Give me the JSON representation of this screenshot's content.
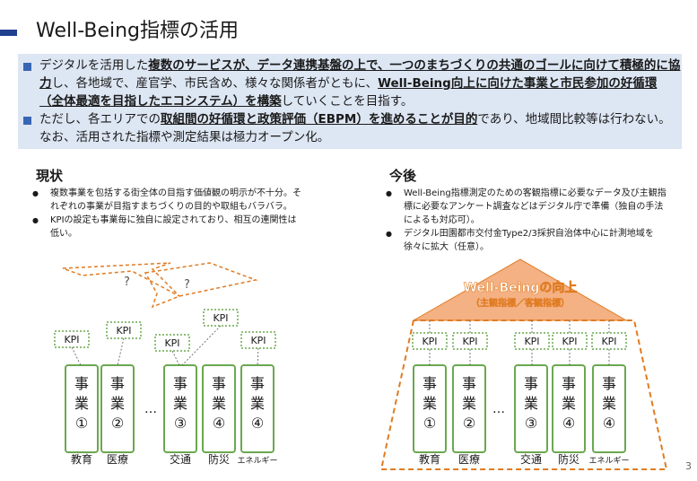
{
  "title": "Well-Being指標の活用",
  "summary": {
    "p1": {
      "a": "デジタルを活用した",
      "b": "複数のサービスが、データ連携基盤の上で、一つのまちづくりの共通のゴールに向けて積極的に協力",
      "c": "し、各地域で、産官学、市民含め、様々な関係者がともに、",
      "d": "Well-Being向上に向けた事業と市民参加の好循環（全体最適を目指したエコシステム）を構築",
      "e": "していくことを目指す。"
    },
    "p2": {
      "a": "ただし、各エリアでの",
      "b": "取組間の好循環と政策評価（EBPM）を進めることが目的",
      "c": "であり、地域間比較等は行わない。なお、活用された指標や測定結果は極力オープン化。"
    }
  },
  "left": {
    "heading": "現状",
    "bullets": [
      "複数事業を包括する街全体の目指す価値観の明示が不十分。それぞれの事業が目指すまちづくりの目的や取組もバラバラ。",
      "KPIの設定も事業毎に独自に設定されており、相互の連関性は低い。"
    ]
  },
  "right": {
    "heading": "今後",
    "bullets": [
      "Well-Being指標測定のための客観指標に必要なデータ及び主観指標に必要なアンケート調査などはデジタル庁で準備（独自の手法によるも対応可）。",
      "デジタル田園都市交付金Type2/3採択自治体中心に計測地域を徐々に拡大（任意）。"
    ],
    "roof_title": "Well-Beingの向上",
    "roof_sub": "（主観指標／客観指標）"
  },
  "diagram": {
    "kpi": "KPI",
    "question": "?",
    "ellipsis": "…",
    "pillars": [
      {
        "chars": [
          "事",
          "業"
        ],
        "num": "①",
        "label": "教育"
      },
      {
        "chars": [
          "事",
          "業"
        ],
        "num": "②",
        "label": "医療"
      },
      {
        "chars": [
          "事",
          "業"
        ],
        "num": "③",
        "label": "交通"
      },
      {
        "chars": [
          "事",
          "業"
        ],
        "num": "④",
        "label": "防災"
      },
      {
        "chars": [
          "事",
          "業"
        ],
        "num": "④",
        "label": "エネルギー"
      }
    ]
  },
  "page_number": "3",
  "colors": {
    "accent": "#1f3f8f",
    "summary_bg": "#dde6f3",
    "bullet_square": "#3866b4",
    "pillar_green": "#6aa84f",
    "kpi_green": "#6aa84f",
    "orange_roof": "#f4b183",
    "orange_border": "#e07b22"
  }
}
